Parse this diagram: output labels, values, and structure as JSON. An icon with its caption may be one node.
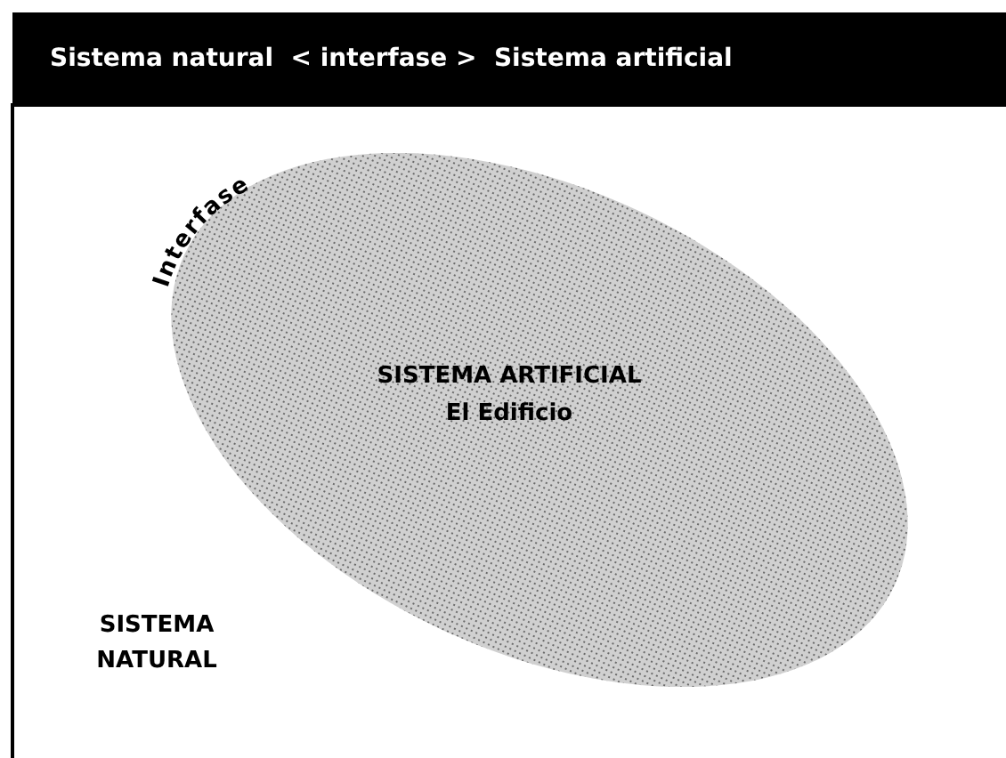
{
  "diagram": {
    "title": "Sistema natural  < interfase >  Sistema artificial",
    "nodes": [
      {
        "text": [
          "SISTEMA ARTIFICIAL",
          "El Edificio"
        ]
      }
    ],
    "labels": [
      "Interfase",
      "SISTEMA NATURAL"
    ]
  }
}
